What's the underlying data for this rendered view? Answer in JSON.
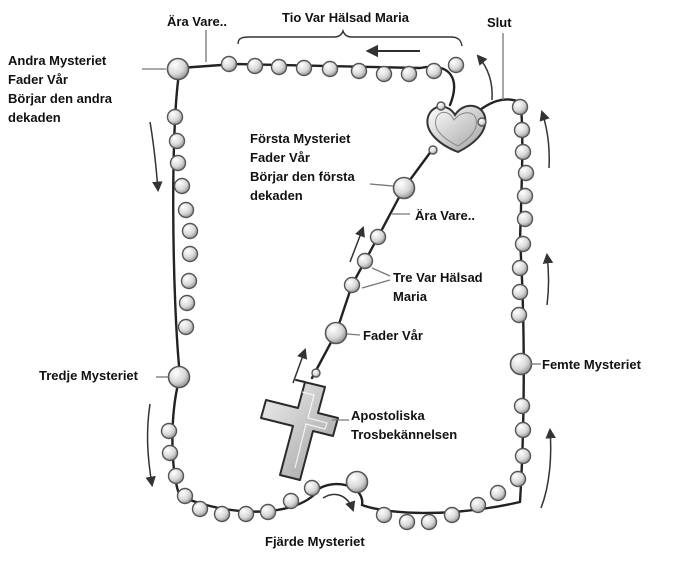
{
  "labels": {
    "ara_vare_top": "Ära Vare..",
    "tio_var_halsad_maria": "Tio Var Hälsad Maria",
    "slut": "Slut",
    "andra_mysteriet": [
      "Andra Mysteriet",
      "Fader Vår",
      "Börjar den andra",
      "dekaden"
    ],
    "forsta_mysteriet": [
      "Första Mysteriet",
      "Fader Vår",
      "Börjar den första",
      "dekaden"
    ],
    "ara_vare_mid": "Ära Vare..",
    "tre_var_halsad_maria": [
      "Tre Var Hälsad",
      "Maria"
    ],
    "fader_var": "Fader Vår",
    "apostoliska": [
      "Apostoliska",
      "Trosbekännelsen"
    ],
    "tredje_mysteriet": "Tredje Mysteriet",
    "femte_mysteriet": "Femte Mysteriet",
    "fjarde_mysteriet": "Fjärde Mysteriet"
  },
  "colors": {
    "bead_light": "#f4f4f4",
    "bead_dark": "#9a9a9a",
    "chain": "#222222",
    "text": "#111111"
  }
}
